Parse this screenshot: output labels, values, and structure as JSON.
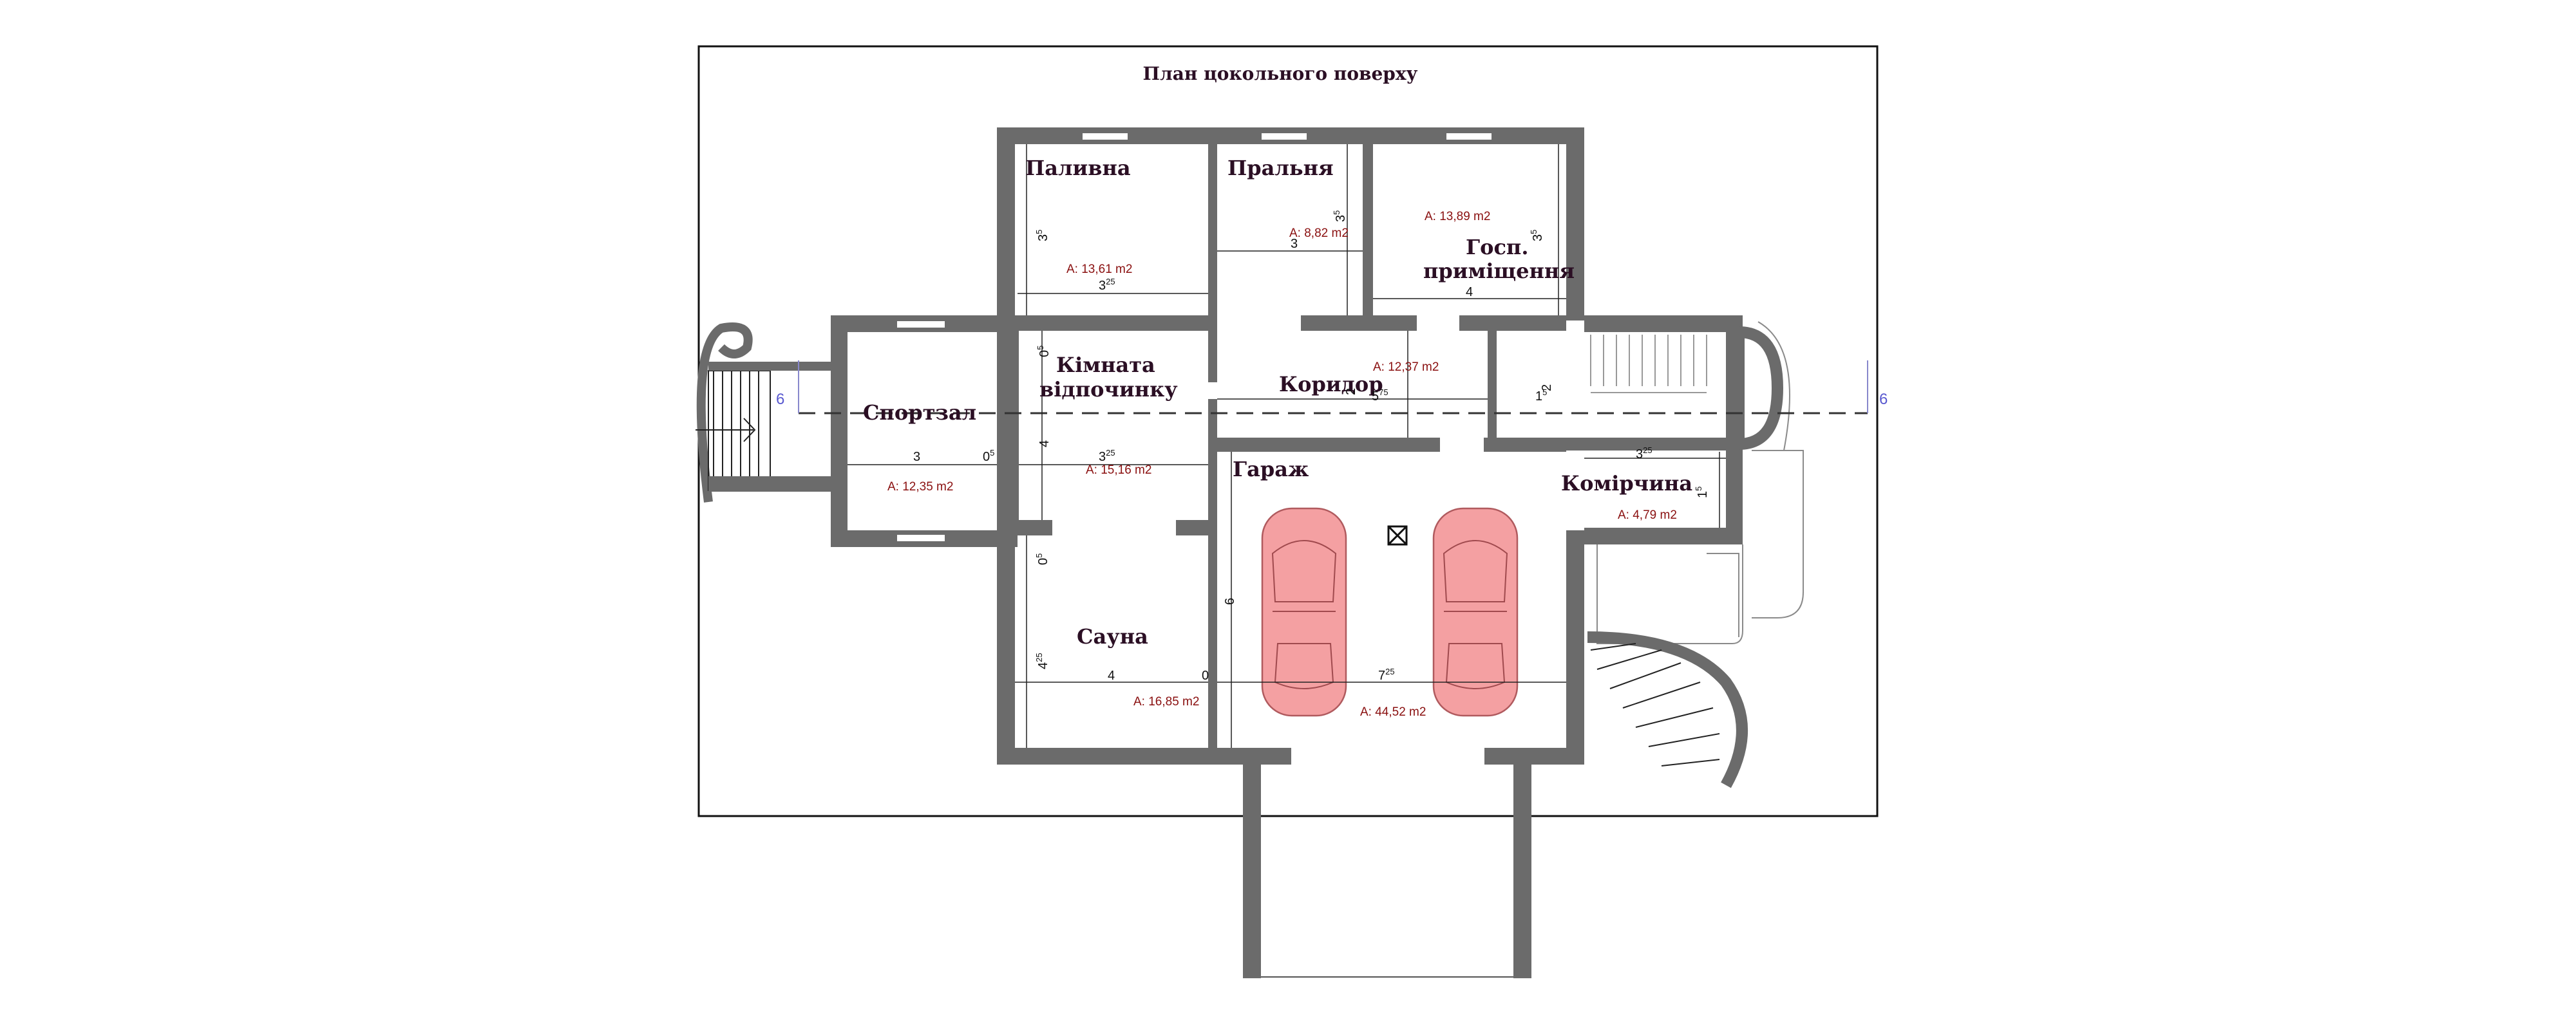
{
  "title": "План цокольного поверху",
  "axis_label": "6",
  "rooms": {
    "palyvna": {
      "name": "Паливна",
      "area": "A: 13,61 m2",
      "dim_w_int": "3",
      "dim_w_sup": "25",
      "dim_h_int": "3",
      "dim_h_sup": "5"
    },
    "pralnia": {
      "name": "Пральня",
      "area": "A: 8,82 m2",
      "dim_w": "3",
      "dim_h_int": "3",
      "dim_h_sup": "5"
    },
    "hosp": {
      "name_line1": "Госп.",
      "name_line2": "приміщення",
      "area": "A: 13,89 m2",
      "dim_w": "4",
      "dim_h_int": "3",
      "dim_h_sup": "5"
    },
    "sportzal": {
      "name": "Спортзал",
      "area": "A: 12,35 m2",
      "dim_w": "3",
      "dim_wall_int": "0",
      "dim_wall_sup": "5"
    },
    "kimnata": {
      "name_line1": "Кімната",
      "name_line2": "відпочинку",
      "area": "A: 15,16 m2",
      "dim_w_int": "3",
      "dim_w_sup": "25",
      "dim_h": "4",
      "dim_top_int": "0",
      "dim_top_sup": "5"
    },
    "korydor": {
      "name": "Коридор",
      "area": "A: 12,37 m2",
      "dim_w_int": "5",
      "dim_w_sup": "75",
      "dim_h": "2",
      "dim_side_int": "1",
      "dim_side_sup": "5",
      "dim_side2": "2"
    },
    "harazh": {
      "name": "Гараж",
      "area": "A: 44,52 m2",
      "dim_w_int": "7",
      "dim_w_sup": "25",
      "dim_h": "6"
    },
    "komirchyna": {
      "name": "Комірчина",
      "area": "A: 4,79 m2",
      "dim_w_int": "3",
      "dim_w_sup": "25",
      "dim_h_int": "1",
      "dim_h_sup": "5"
    },
    "sauna": {
      "name": "Сауна",
      "area": "A: 16,85 m2",
      "dim_w": "4",
      "dim_wall": "0",
      "dim_h_int": "4",
      "dim_h_sup": "25",
      "dim_top_int": "0",
      "dim_top_sup": "5"
    }
  }
}
